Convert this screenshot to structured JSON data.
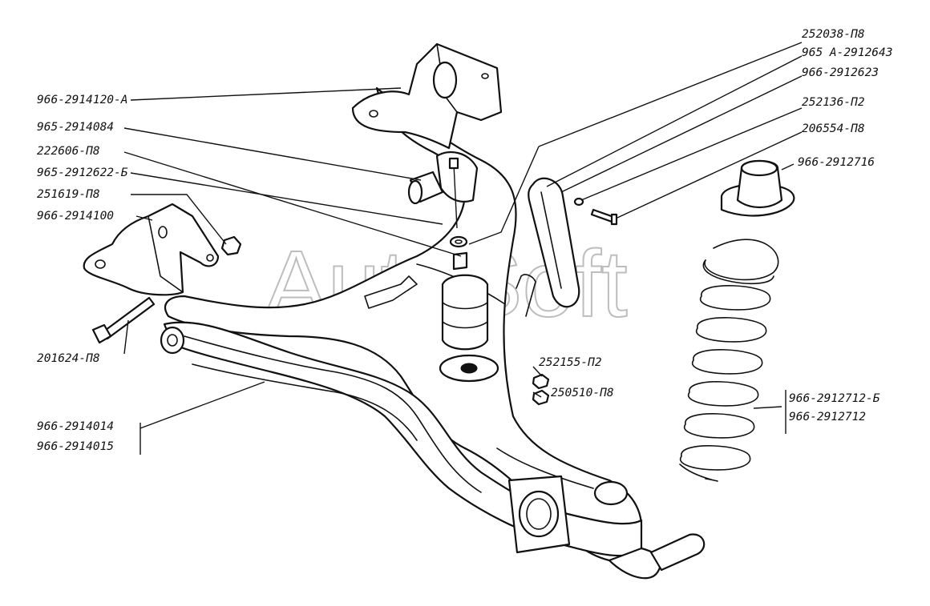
{
  "watermark": "AutoSoft",
  "labels": {
    "p252038": "252038-П8",
    "p965A": "965 А-2912643",
    "p966_2912623": "966-2912623",
    "p252136": "252136-П2",
    "p206554": "206554-П8",
    "p966_2912716": "966-2912716",
    "p966_2914120A": "966-2914120-А",
    "p965_2914084": "965-2914084",
    "p222606": "222606-П8",
    "p965_2912622B": "965-2912622-Б",
    "p251619": "251619-П8",
    "p966_2914100": "966-2914100",
    "p201624": "201624-П8",
    "p252155": "252155-П2",
    "p250510": "250510-П8",
    "p966_2912712B": "966-2912712-Б",
    "p966_2912712": "966-2912712",
    "p966_2914014": "966-2914014",
    "p966_2914015": "966-2914015"
  }
}
